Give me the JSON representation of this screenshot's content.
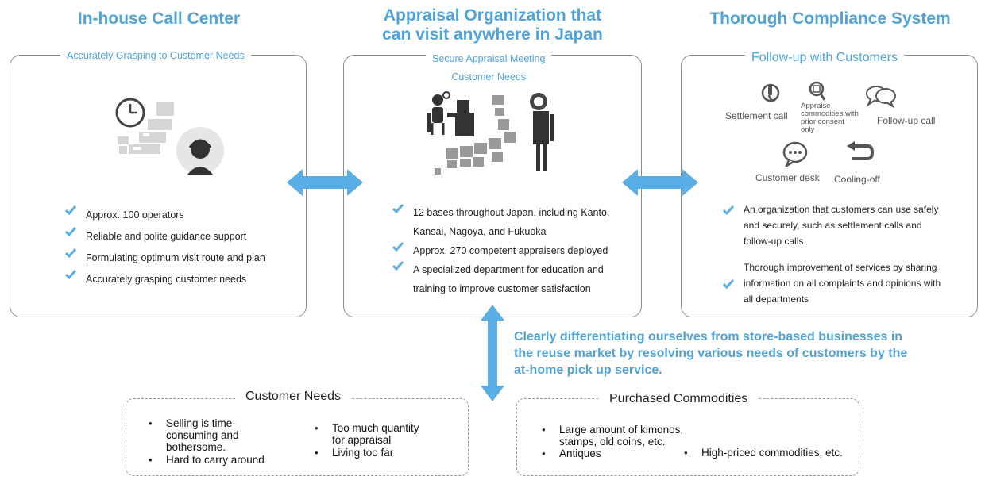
{
  "columns": [
    {
      "title_lines": [
        "In-house Call Center"
      ],
      "box_label": "Accurately Grasping to Customer Needs",
      "items": [
        "Approx. 100 operators",
        "Reliable and polite guidance support",
        "Formulating optimum visit route and plan",
        "Accurately grasping customer needs"
      ]
    },
    {
      "title_lines": [
        "Appraisal Organization that",
        "can visit anywhere in Japan"
      ],
      "box_label_lines": [
        "Secure Appraisal Meeting",
        "Customer Needs"
      ],
      "items": [
        [
          "12 bases throughout Japan, including Kanto,",
          "Kansai, Nagoya, and Fukuoka"
        ],
        [
          "Approx. 270 competent appraisers deployed"
        ],
        [
          "A specialized department for education and",
          "training to improve customer satisfaction"
        ]
      ]
    },
    {
      "title_lines": [
        "Thorough Compliance System"
      ],
      "box_label": "Follow-up with Customers",
      "icons": {
        "settlement": "Settlement call",
        "appraise_lines": [
          "Appraise",
          "commodities with",
          "prior consent",
          "only"
        ],
        "followup": "Follow-up call",
        "desk": "Customer desk",
        "cooling": "Cooling-off"
      },
      "items": [
        [
          "An organization that customers can use safely",
          "and securely, such as settlement calls and",
          "follow-up calls."
        ],
        [
          "Thorough improvement of services by sharing",
          "information on all complaints and opinions with",
          "all departments"
        ]
      ]
    }
  ],
  "statement_lines": [
    "Clearly differentiating ourselves from store-based businesses in",
    "the reuse market by resolving various needs of customers by the",
    "at-home pick up service."
  ],
  "customer_needs": {
    "title": "Customer Needs",
    "left_items": [
      [
        "Selling is time-",
        "consuming and",
        "bothersome."
      ],
      [
        "Hard to carry around"
      ]
    ],
    "right_items": [
      [
        "Too much quantity",
        "for appraisal"
      ],
      [
        "Living too far"
      ]
    ]
  },
  "purchased": {
    "title": "Purchased Commodities",
    "left_items": [
      [
        "Large amount of kimonos,",
        "stamps, old coins, etc."
      ],
      [
        "Antiques"
      ]
    ],
    "right_items": [
      [
        "High-priced commodities, etc."
      ]
    ]
  },
  "colors": {
    "accent": "#4fa3d9",
    "arrow": "#5aaee6",
    "icon": "#555555",
    "border": "#8d8d8d"
  }
}
